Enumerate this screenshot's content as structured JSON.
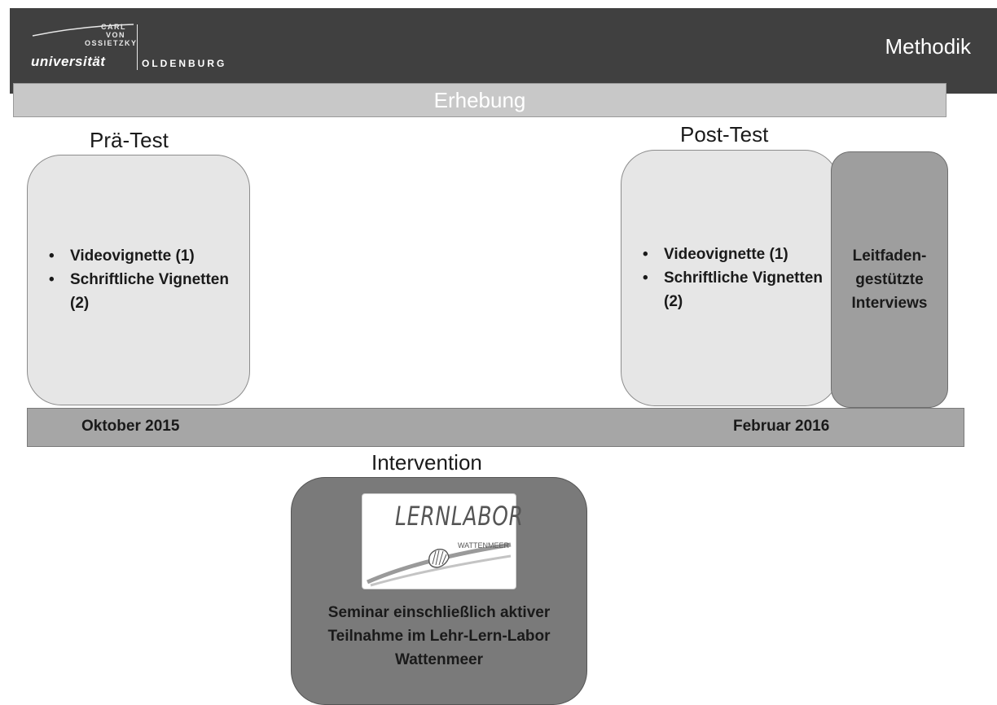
{
  "header": {
    "title": "Methodik",
    "logo": {
      "line1": "CARL",
      "line2": "VON",
      "line3": "OSSIETZKY",
      "wordmark": "universität",
      "city": "OLDENBURG"
    }
  },
  "erhebung": {
    "label": "Erhebung"
  },
  "pre_test": {
    "heading": "Prä-Test",
    "items": [
      "Videovignette (1)",
      "Schriftliche Vignetten (2)"
    ]
  },
  "post_test": {
    "heading": "Post-Test",
    "items": [
      "Videovignette (1)",
      "Schriftliche Vignetten (2)"
    ],
    "interviews": "Leitfaden-\ngestützte\nInterviews"
  },
  "timeline": {
    "start": "Oktober 2015",
    "end": "Februar 2016"
  },
  "intervention": {
    "heading": "Intervention",
    "logo_word": "LERNLABOR",
    "logo_sub": "WATTENMEER",
    "description": "Seminar einschließlich aktiver\nTeilnahme im Lehr-Lern-Labor\nWattenmeer"
  },
  "colors": {
    "header_bg": "#404040",
    "erhebung_bg": "#c8c8c8",
    "test_box_bg": "#e6e6e6",
    "interview_box_bg": "#9e9e9e",
    "timeline_bg": "#a6a6a6",
    "intervention_bg": "#7a7a7a"
  }
}
